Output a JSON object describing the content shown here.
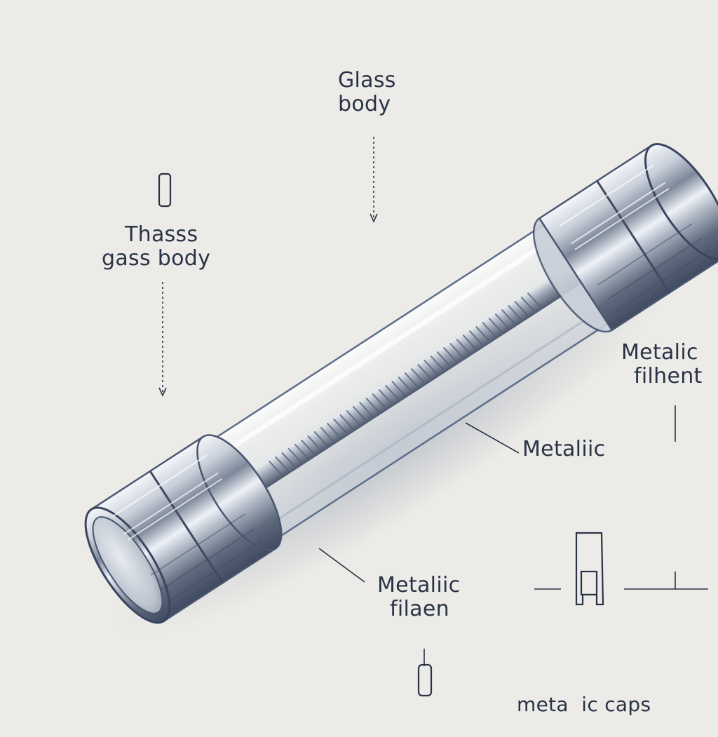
{
  "colors": {
    "background": "#ecebe7",
    "ink": "#2a3346",
    "glass_edge": "#5d6e8a",
    "metal_dark": "#46526a",
    "metal_light": "#f3f6fa"
  },
  "labels": {
    "glass_body_top": {
      "line1": "Glass",
      "line2": "body"
    },
    "glass_body_left": {
      "line1": "Thasss",
      "line2": "gass body"
    },
    "metallic_right": {
      "line1": "Metalic",
      "line2": "filhent"
    },
    "metallic_mid": {
      "line1": "Metaliic"
    },
    "metallic_filament": {
      "line1": "Metaliic",
      "line2": "filaen"
    },
    "metallic_caps": {
      "line1": "meta  ic caps"
    }
  }
}
